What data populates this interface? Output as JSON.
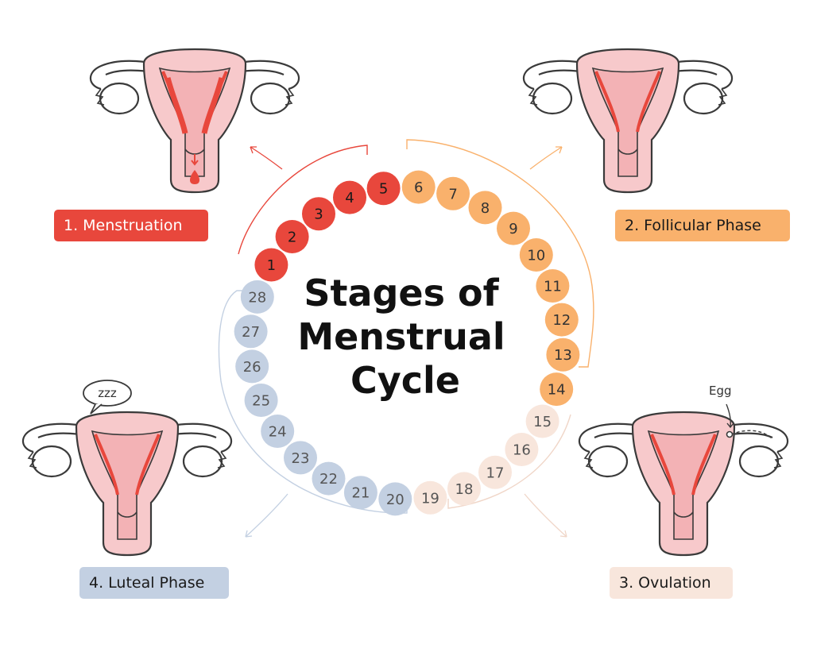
{
  "title": [
    "Stages of",
    "Menstrual",
    "Cycle"
  ],
  "egg_label": "Egg",
  "sleep_label": "zzz",
  "phases": [
    {
      "label": "1. Menstruation",
      "bg": "#e8473c",
      "text_color": "#ffffff",
      "circle": "#e8473c",
      "circle_text": "#1a1a1a",
      "days": [
        1,
        2,
        3,
        4,
        5
      ]
    },
    {
      "label": "2. Follicular Phase",
      "bg": "#f9b16c",
      "text_color": "#1a1a1a",
      "circle": "#f9b16c",
      "circle_text": "#333333",
      "days": [
        6,
        7,
        8,
        9,
        10,
        11,
        12,
        13,
        14
      ]
    },
    {
      "label": "3. Ovulation",
      "bg": "#f8e6dc",
      "text_color": "#1a1a1a",
      "circle": "#f8e6dc",
      "circle_text": "#555555",
      "days": [
        15,
        16,
        17,
        18,
        19
      ]
    },
    {
      "label": "4. Luteal Phase",
      "bg": "#c3d0e2",
      "text_color": "#1a1a1a",
      "circle": "#c3d0e2",
      "circle_text": "#555555",
      "days": [
        20,
        21,
        22,
        23,
        24,
        25,
        26,
        27,
        28
      ]
    }
  ],
  "colors": {
    "uterus_fill": "#f7c9cb",
    "uterus_inner": "#f3b2b5",
    "outline": "#3a3a3a",
    "lining": "#e8473c",
    "ovary_fill": "#ffffff"
  },
  "icons": [
    "uterus-icon",
    "ovary-icon",
    "blood-drop-icon",
    "arrow-icon",
    "speech-bubble-icon"
  ]
}
